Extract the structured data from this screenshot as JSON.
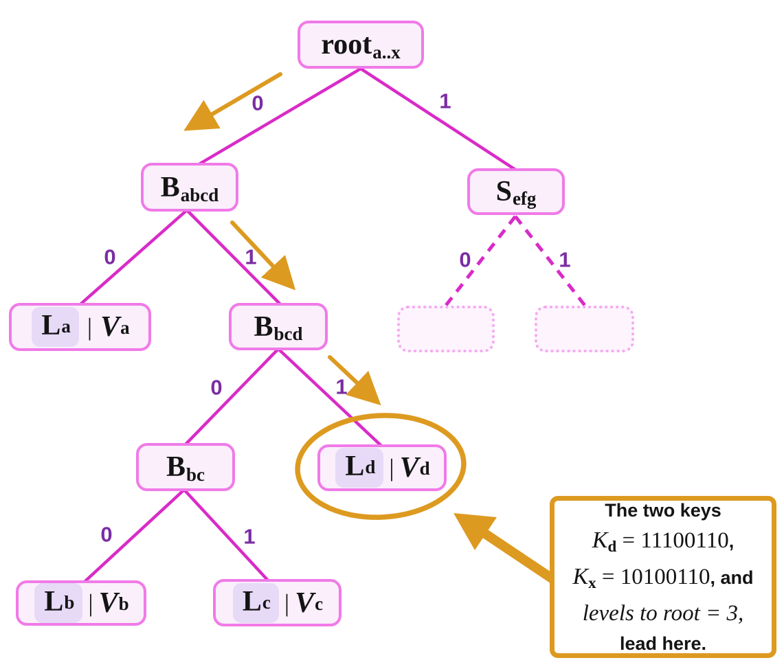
{
  "colors": {
    "edge_magenta": "#d92bc7",
    "node_border_pink": "#f07ae8",
    "node_fill": "#faeffb",
    "leaf_highlight": "#e7daf7",
    "empty_node_border": "#f3a8ef",
    "empty_node_fill": "#fdf4fe",
    "edge_label_purple": "#7b2da3",
    "annotation_orange": "#dd9a20",
    "text_black": "#141414"
  },
  "tree": {
    "nodes": {
      "root": {
        "main": "root",
        "sub": "a..x"
      },
      "b_abcd": {
        "main": "B",
        "sub": "abcd"
      },
      "s_efg": {
        "main": "S",
        "sub": "efg"
      },
      "b_bcd": {
        "main": "B",
        "sub": "bcd"
      },
      "b_bc": {
        "main": "B",
        "sub": "bc"
      },
      "l_a": {
        "key": "L",
        "key_sub": "a",
        "sep": "|",
        "val": "V",
        "val_sub": "a"
      },
      "l_b": {
        "key": "L",
        "key_sub": "b",
        "sep": "|",
        "val": "V",
        "val_sub": "b"
      },
      "l_c": {
        "key": "L",
        "key_sub": "c",
        "sep": "|",
        "val": "V",
        "val_sub": "c"
      },
      "l_d": {
        "key": "L",
        "key_sub": "d",
        "sep": "|",
        "val": "V",
        "val_sub": "d"
      }
    },
    "edge_labels": {
      "root_left": "0",
      "root_right": "1",
      "b_abcd_left": "0",
      "b_abcd_right": "1",
      "s_efg_left": "0",
      "s_efg_right": "1",
      "b_bcd_left": "0",
      "b_bcd_right": "1",
      "b_bc_left": "0",
      "b_bc_right": "1"
    }
  },
  "annotation": {
    "line1": "The two keys",
    "kd": {
      "sym": "K",
      "sub": "d",
      "eq": " = 11100110",
      "tail": ","
    },
    "kx": {
      "sym": "K",
      "sub": "x",
      "eq": " = 10100110",
      "tail": ", and"
    },
    "line4": "levels to root = 3,",
    "line5": "lead here."
  }
}
